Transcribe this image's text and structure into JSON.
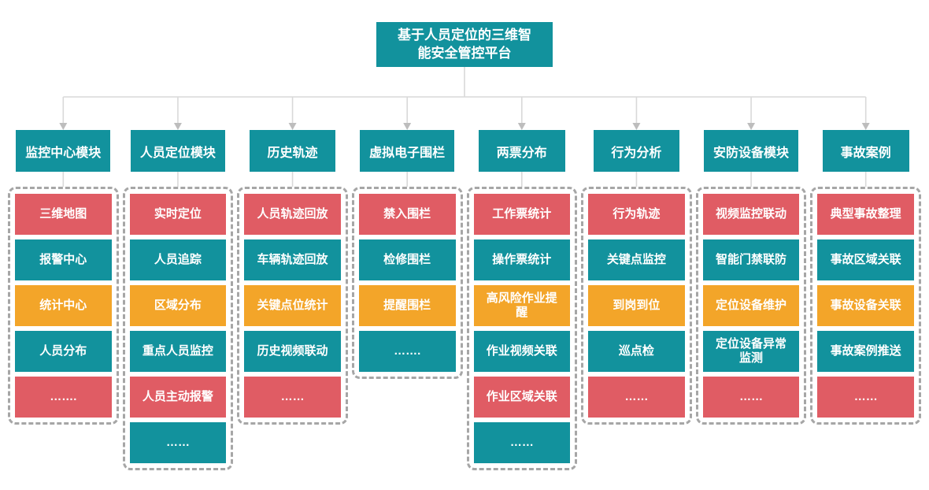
{
  "root": {
    "title": "基于人员定位的三维智能安全管控平台"
  },
  "colors": {
    "red": "#E05C64",
    "teal": "#12929D",
    "orange": "#F3A529",
    "connector_line": "#D9D9D9",
    "arrowhead": "#BDBDBD",
    "dashed_border": "#A6A6A6",
    "text": "#FFFFFF",
    "background": "#FFFFFF"
  },
  "modules": [
    {
      "name": "监控中心模块",
      "items": [
        {
          "label": "三维地图",
          "color": "red"
        },
        {
          "label": "报警中心",
          "color": "teal"
        },
        {
          "label": "统计中心",
          "color": "orange"
        },
        {
          "label": "人员分布",
          "color": "teal"
        },
        {
          "label": "…….",
          "color": "red"
        }
      ]
    },
    {
      "name": "人员定位模块",
      "items": [
        {
          "label": "实时定位",
          "color": "red"
        },
        {
          "label": "人员追踪",
          "color": "teal"
        },
        {
          "label": "区域分布",
          "color": "orange"
        },
        {
          "label": "重点人员监控",
          "color": "teal"
        },
        {
          "label": "人员主动报警",
          "color": "red"
        },
        {
          "label": "……",
          "color": "teal"
        }
      ]
    },
    {
      "name": "历史轨迹",
      "items": [
        {
          "label": "人员轨迹回放",
          "color": "red"
        },
        {
          "label": "车辆轨迹回放",
          "color": "teal"
        },
        {
          "label": "关键点位统计",
          "color": "orange"
        },
        {
          "label": "历史视频联动",
          "color": "teal"
        },
        {
          "label": "……",
          "color": "red"
        }
      ]
    },
    {
      "name": "虚拟电子围栏",
      "items": [
        {
          "label": "禁入围栏",
          "color": "red"
        },
        {
          "label": "检修围栏",
          "color": "teal"
        },
        {
          "label": "提醒围栏",
          "color": "orange"
        },
        {
          "label": "…….",
          "color": "teal"
        }
      ]
    },
    {
      "name": "两票分布",
      "items": [
        {
          "label": "工作票统计",
          "color": "red"
        },
        {
          "label": "操作票统计",
          "color": "teal"
        },
        {
          "label": "高风险作业提醒",
          "color": "orange"
        },
        {
          "label": "作业视频关联",
          "color": "teal"
        },
        {
          "label": "作业区域关联",
          "color": "red"
        },
        {
          "label": "……",
          "color": "teal"
        }
      ]
    },
    {
      "name": "行为分析",
      "items": [
        {
          "label": "行为轨迹",
          "color": "red"
        },
        {
          "label": "关键点监控",
          "color": "teal"
        },
        {
          "label": "到岗到位",
          "color": "orange"
        },
        {
          "label": "巡点检",
          "color": "teal"
        },
        {
          "label": "……",
          "color": "red"
        }
      ]
    },
    {
      "name": "安防设备模块",
      "items": [
        {
          "label": "视频监控联动",
          "color": "red"
        },
        {
          "label": "智能门禁联防",
          "color": "teal"
        },
        {
          "label": "定位设备维护",
          "color": "orange"
        },
        {
          "label": "定位设备异常监测",
          "color": "teal"
        },
        {
          "label": "……",
          "color": "red"
        }
      ]
    },
    {
      "name": "事故案例",
      "items": [
        {
          "label": "典型事故整理",
          "color": "red"
        },
        {
          "label": "事故区域关联",
          "color": "teal"
        },
        {
          "label": "事故设备关联",
          "color": "orange"
        },
        {
          "label": "事故案例推送",
          "color": "teal"
        },
        {
          "label": "……",
          "color": "red"
        }
      ]
    }
  ]
}
